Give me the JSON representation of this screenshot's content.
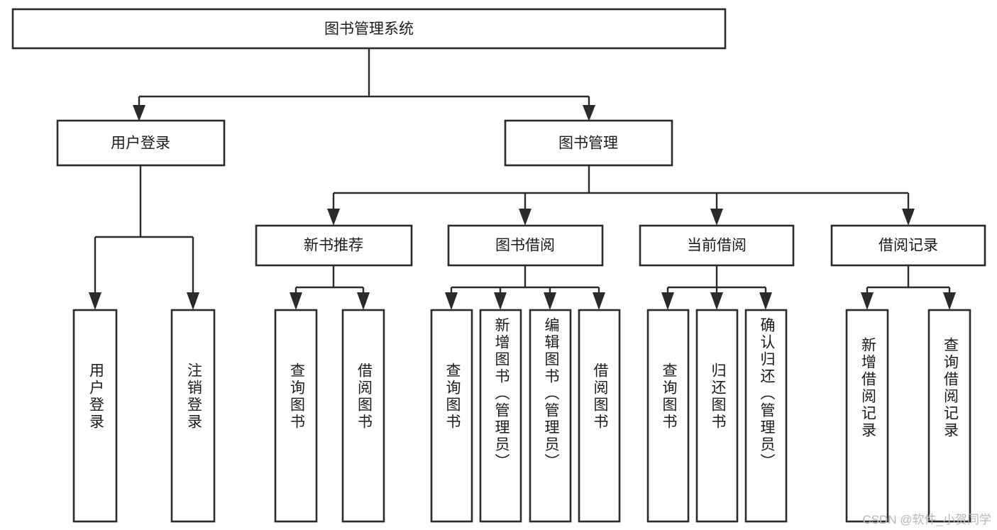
{
  "diagram": {
    "title": "图书管理系统",
    "type": "tree",
    "watermark": "CSDN @软件_小贺同学",
    "colors": {
      "stroke": "#2b2b2b",
      "fill": "#ffffff",
      "text": "#1b1b1b",
      "watermark": "#b8b8b8"
    },
    "root": {
      "label": "图书管理系统"
    },
    "level2": [
      {
        "label": "用户登录"
      },
      {
        "label": "图书管理"
      }
    ],
    "level3": [
      {
        "label": "新书推荐"
      },
      {
        "label": "图书借阅"
      },
      {
        "label": "当前借阅"
      },
      {
        "label": "借阅记录"
      }
    ],
    "leaves": {
      "user_login": [
        {
          "label": "用户登录"
        },
        {
          "label": "注销登录"
        }
      ],
      "new_book_recommend": [
        {
          "label": "查询图书"
        },
        {
          "label": "借阅图书"
        }
      ],
      "book_borrow": [
        {
          "label": "查询图书"
        },
        {
          "label": "新增图书（管理员）"
        },
        {
          "label": "编辑图书（管理员）"
        },
        {
          "label": "借阅图书"
        }
      ],
      "current_borrow": [
        {
          "label": "查询图书"
        },
        {
          "label": "归还图书"
        },
        {
          "label": "确认归还（管理员）"
        }
      ],
      "borrow_record": [
        {
          "label": "新增借阅记录"
        },
        {
          "label": "查询借阅记录"
        }
      ]
    }
  }
}
